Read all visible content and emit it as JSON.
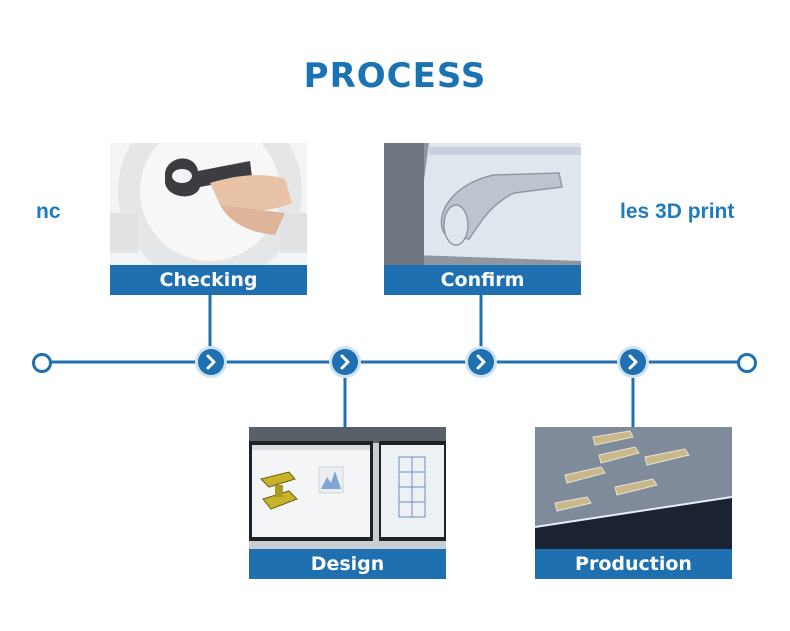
{
  "page": {
    "title": "PROCESS",
    "ghost_text_left": "nс",
    "ghost_text_right": "les 3D print"
  },
  "steps": [
    {
      "label": "Checking"
    },
    {
      "label": "Design"
    },
    {
      "label": "Confirm"
    },
    {
      "label": "Production"
    }
  ],
  "colors": {
    "accent": "#1f70b0",
    "title": "#1a73b3",
    "label_text": "#ffffff"
  },
  "icons": {
    "timeline_node": "chevron-right-icon",
    "timeline_end": "ring-icon"
  }
}
